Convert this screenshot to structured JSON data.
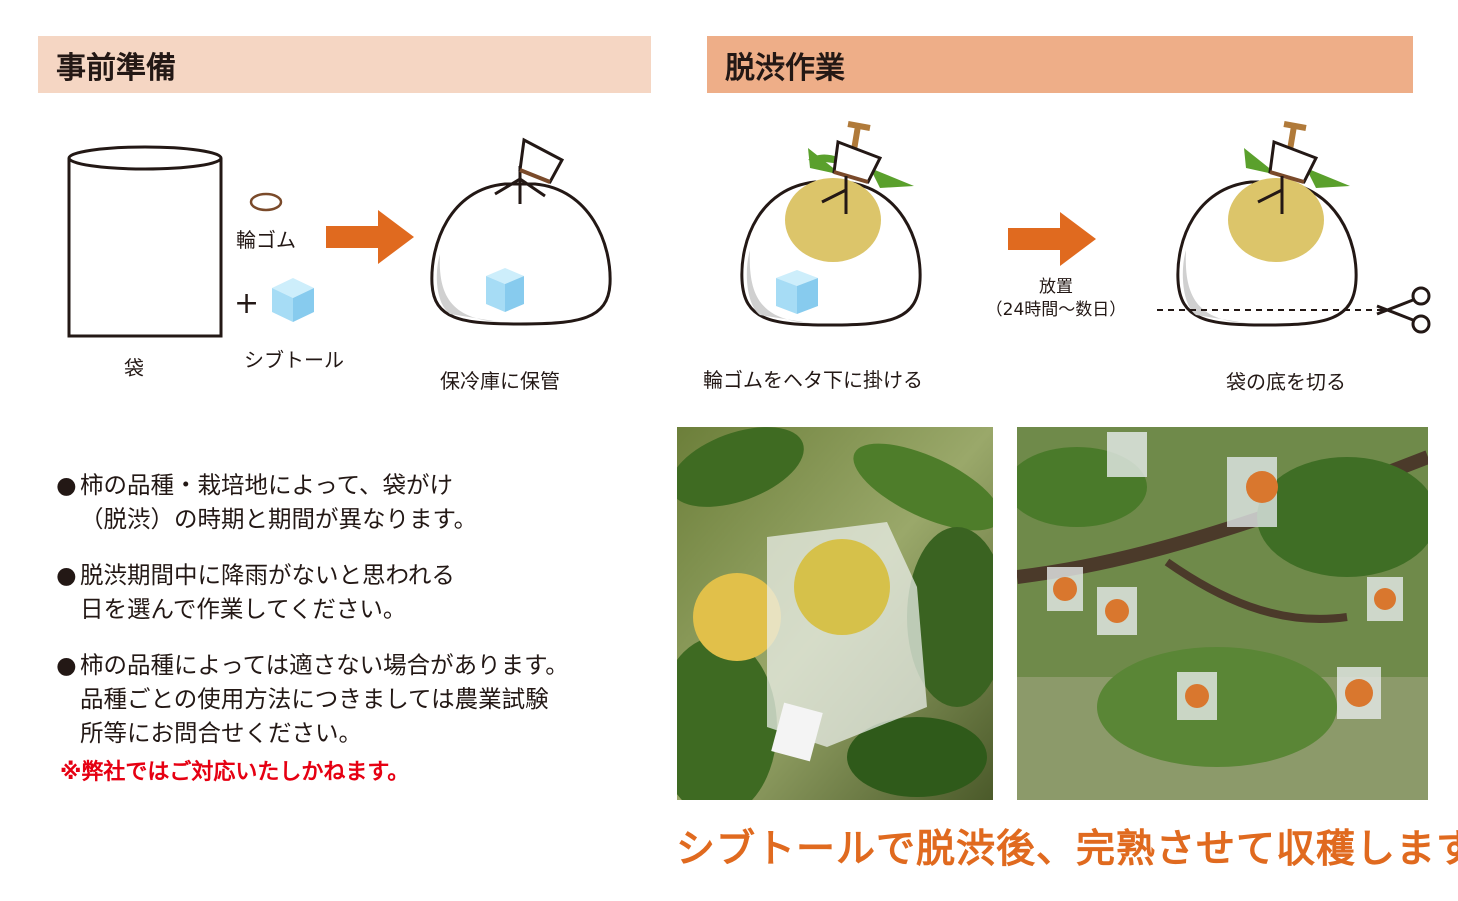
{
  "sections": {
    "prep": {
      "title": "事前準備"
    },
    "work": {
      "title": "脱渋作業"
    }
  },
  "prep": {
    "bag_label": "袋",
    "rubber_label": "輪ゴム",
    "plus": "+",
    "sibutol_label": "シブトール",
    "storage_label": "保冷庫に保管"
  },
  "work": {
    "step1_label": "輪ゴムをヘタ下に掛ける",
    "wait_label": "放置",
    "wait_period": "（24時間～数日）",
    "step2_label": "袋の底を切る"
  },
  "notes": [
    {
      "bullet": "●",
      "line1": "柿の品種・栽培地によって、袋がけ",
      "line2": "（脱渋）の時期と期間が異なります。",
      "line3": ""
    },
    {
      "bullet": "●",
      "line1": "脱渋期間中に降雨がないと思われる",
      "line2": "日を選んで作業してください。",
      "line3": ""
    },
    {
      "bullet": "●",
      "line1": "柿の品種によっては適さない場合があります。",
      "line2": "品種ごとの使用方法につきましては農業試験",
      "line3": "所等にお問合せください。"
    }
  ],
  "warning": "※弊社ではご対応いたしかねます。",
  "caption": "シブトールで脱渋後、完熟させて収穫します",
  "colors": {
    "arrow": "#e06a1f",
    "caption": "#e06a1f",
    "warning": "#e60012",
    "header1": "#f5d6c3",
    "header2": "#eeae88"
  }
}
